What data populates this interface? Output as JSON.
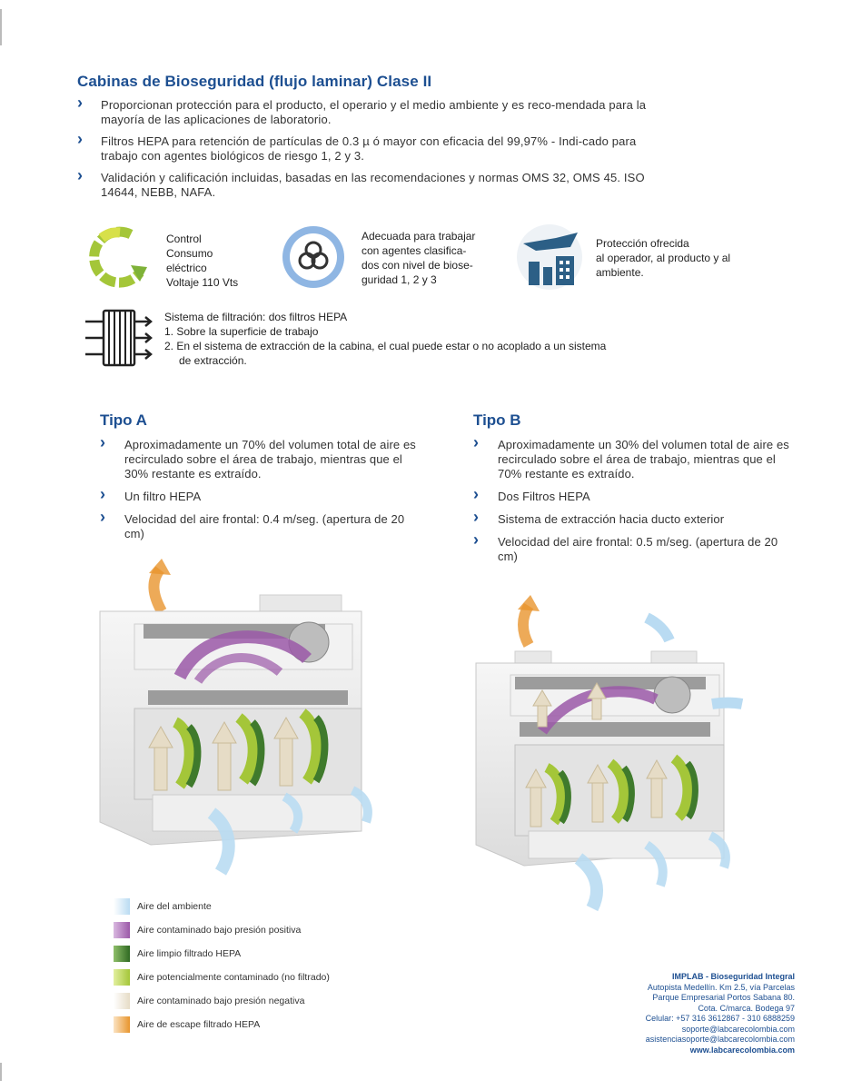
{
  "header": {
    "title": "Cabinas de Bioseguridad (flujo laminar) Clase II",
    "bullets": [
      "Proporcionan protección para el producto, el operario y el medio ambiente y es reco-mendada para la mayoría de las aplicaciones de laboratorio.",
      "Filtros HEPA para retención de partículas de 0.3 µ ó mayor con eficacia del 99,97% - Indi-cado para trabajo con agentes biológicos de riesgo 1, 2 y 3.",
      "Validación y calificación incluidas, basadas en las recomendaciones y normas OMS 32, OMS 45. ISO 14644, NEBB, NAFA."
    ]
  },
  "features": {
    "power": [
      "Control",
      "Consumo",
      "eléctrico",
      "Voltaje 110 Vts"
    ],
    "bio": [
      "Adecuada para trabajar",
      "con agentes clasifica-",
      "dos con nivel de biose-",
      "guridad 1, 2 y 3"
    ],
    "protection": [
      "Protección ofrecida",
      "al operador, al producto y al",
      "ambiente."
    ],
    "filter": [
      "Sistema de filtración: dos filtros HEPA",
      "1. Sobre la superficie de trabajo",
      "2. En el sistema de extracción de la cabina, el cual puede estar o no acoplado a un sistema",
      "de extracción."
    ]
  },
  "tipo_a": {
    "title": "Tipo A",
    "items": [
      "Aproximadamente un 70% del volumen total de aire es recirculado sobre el área de trabajo, mientras que el 30% restante es extraído.",
      "Un filtro HEPA",
      "Velocidad del aire frontal: 0.4 m/seg. (apertura de 20 cm)"
    ]
  },
  "tipo_b": {
    "title": "Tipo B",
    "items": [
      "Aproximadamente un 30% del volumen total de aire es recirculado sobre el área de trabajo, mientras que el 70% restante es extraído.",
      "Dos Filtros HEPA",
      "Sistema de extracción hacia ducto exterior",
      "Velocidad del aire frontal: 0.5 m/seg. (apertura de 20 cm)"
    ]
  },
  "legend": [
    {
      "label": "Aire del ambiente",
      "color": "#b9dbf2"
    },
    {
      "label": "Aire contaminado bajo presión positiva",
      "color": "#9b59a8"
    },
    {
      "label": "Aire limpio filtrado HEPA",
      "color": "#3f7a2c"
    },
    {
      "label": "Aire potencialmente contaminado (no filtrado)",
      "color": "#a4c639"
    },
    {
      "label": "Aire contaminado bajo presión negativa",
      "color": "#e6dcc6"
    },
    {
      "label": "Aire de escape filtrado HEPA",
      "color": "#e8952e"
    }
  ],
  "contact": {
    "company": "IMPLAB - Bioseguridad Integral",
    "lines": [
      "Autopista Medellín. Km 2.5, vía Parcelas",
      "Parque Empresarial Portos Sabana 80.",
      "Cota. C/marca. Bodega 97",
      "Celular: +57 316 3612867 - 310 6888259",
      "soporte@labcarecolombia.com",
      "asistenciasoporte@labcarecolombia.com"
    ],
    "website": "www.labcarecolombia.com"
  },
  "icons": {
    "power": "recycle-arrow-icon",
    "bio": "biohazard-icon",
    "protection": "hand-factory-icon",
    "filter": "filter-arrows-icon"
  }
}
